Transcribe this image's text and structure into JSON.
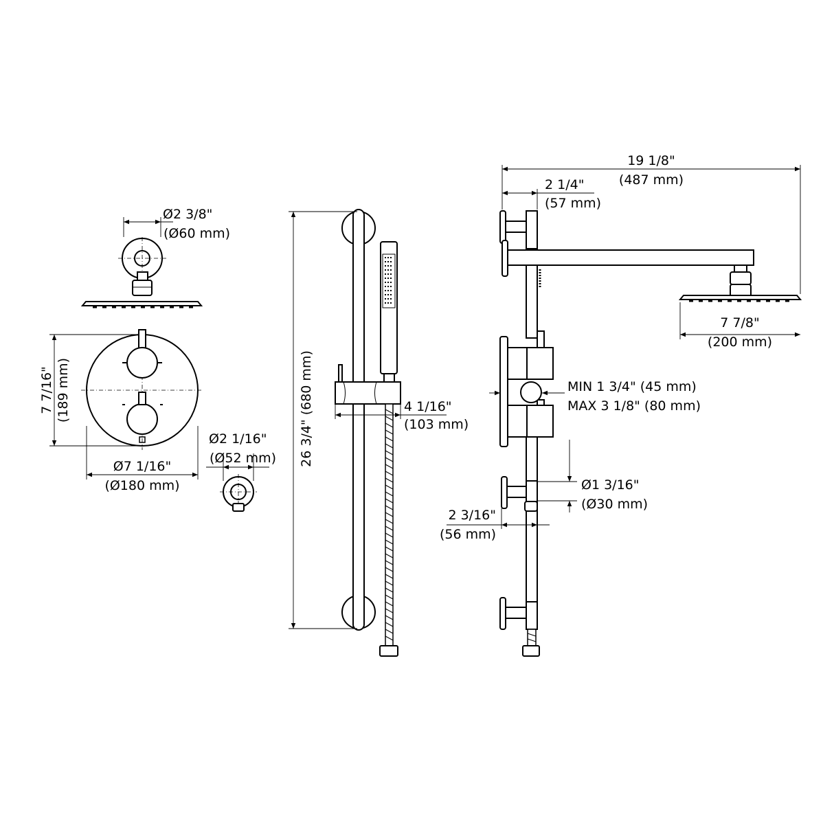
{
  "colors": {
    "line": "#000000",
    "background": "#ffffff"
  },
  "dimensions": {
    "shower_head_flange": {
      "imperial": "Ø2 3/8\"",
      "metric": "(Ø60 mm)"
    },
    "trim_plate_height": {
      "imperial": "7 7/16\"",
      "metric": "(189 mm)"
    },
    "trim_plate_diameter": {
      "imperial": "Ø7 1/16\"",
      "metric": "(Ø180 mm)"
    },
    "supply_elbow": {
      "imperial": "Ø2 1/16\"",
      "metric": "(Ø52 mm)"
    },
    "slide_bar_length": {
      "label": "26 3/4\" (680 mm)"
    },
    "slide_holder_depth": {
      "imperial": "4 1/16\"",
      "metric": "(103 mm)"
    },
    "total_projection": {
      "imperial": "19 1/8\"",
      "metric": "(487 mm)"
    },
    "arm_offset": {
      "imperial": "2 1/4\"",
      "metric": "(57 mm)"
    },
    "head_diameter": {
      "imperial": "7 7/8\"",
      "metric": "(200 mm)"
    },
    "valve_depth": {
      "min": "MIN 1 3/4\" (45 mm)",
      "max": "MAX 3 1/8\" (80 mm)"
    },
    "bar_bracket_diameter": {
      "imperial": "Ø1 3/16\"",
      "metric": "(Ø30 mm)"
    },
    "bracket_projection": {
      "imperial": "2 3/16\"",
      "metric": "(56 mm)"
    }
  }
}
